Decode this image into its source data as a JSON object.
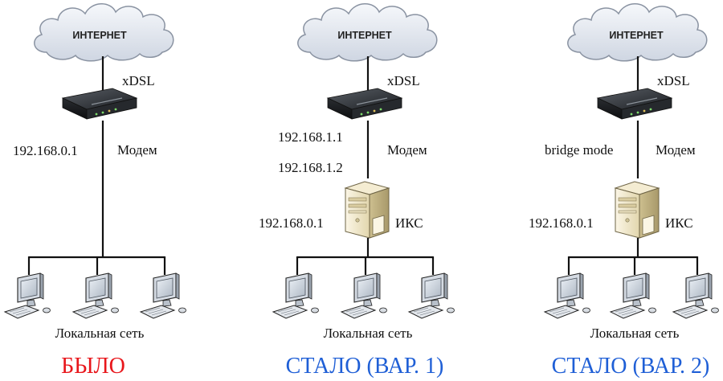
{
  "colors": {
    "before": "#e8161b",
    "after": "#1f5fd6",
    "line": "#111111",
    "cloud_fill": "#e4e9f1",
    "cloud_stroke": "#8a93a2"
  },
  "diagrams": [
    {
      "cloud_label": "ИНТЕРНЕТ",
      "link_label": "xDSL",
      "modem_label": "Модем",
      "modem_ip_top": "192.168.0.1",
      "modem_ip_bottom": "",
      "server_label": "",
      "server_ip": "",
      "lan_label": "Локальная сеть",
      "caption": "БЫЛО"
    },
    {
      "cloud_label": "ИНТЕРНЕТ",
      "link_label": "xDSL",
      "modem_label": "Модем",
      "modem_ip_top": "192.168.1.1",
      "modem_ip_bottom": "192.168.1.2",
      "server_label": "ИКС",
      "server_ip": "192.168.0.1",
      "lan_label": "Локальная сеть",
      "caption": "СТАЛО (ВАР. 1)"
    },
    {
      "cloud_label": "ИНТЕРНЕТ",
      "link_label": "xDSL",
      "modem_label": "Модем",
      "modem_ip_top": "bridge mode",
      "modem_ip_bottom": "",
      "server_label": "ИКС",
      "server_ip": "192.168.0.1",
      "lan_label": "Локальная сеть",
      "caption": "СТАЛО (ВАР. 2)"
    }
  ]
}
